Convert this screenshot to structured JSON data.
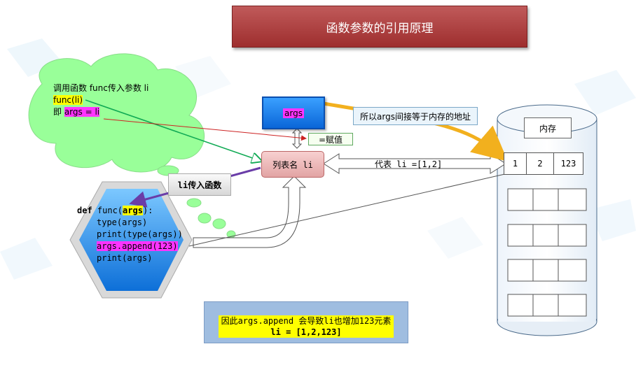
{
  "title": "函数参数的引用原理",
  "cloud": {
    "line1": "调用函数 func传入参数 li",
    "line2": "func(li)",
    "line3_prefix": "即 ",
    "line3_code": "args = li"
  },
  "args_box": {
    "label": "args"
  },
  "callout": {
    "text": "所以args间接等于内存的地址"
  },
  "assign_label": "=赋值",
  "list_box": {
    "label": "列表名 li"
  },
  "repr_label": "代表 li =[1,2]",
  "li_pass_label": "li传入函数",
  "code": {
    "def_kw": "def",
    "func_sig": " func(",
    "param": "args",
    "sig_end": "):",
    "body": [
      "type(args)",
      "print(type(args))",
      "args.append(123)",
      "print(args)"
    ]
  },
  "memory": {
    "label": "内存",
    "values": [
      "1",
      "2",
      "123"
    ]
  },
  "bottom": {
    "line1": "因此args.append 会导致li也增加123元素",
    "line2": "li = [1,2,123]"
  },
  "colors": {
    "title_bg": "#9e2e2e",
    "cloud_green": "#99ff99",
    "hex_blue": "#1f8ff0",
    "args_blue": "#0a66d8",
    "list_pink": "#e2a4a4",
    "highlight_yellow": "#ffff00",
    "highlight_magenta": "#ff33ff",
    "arrow_orange": "#f2b01e",
    "arrow_green": "#11aa55",
    "arrow_red": "#cc2222",
    "arrow_purple": "#6a3da8"
  }
}
